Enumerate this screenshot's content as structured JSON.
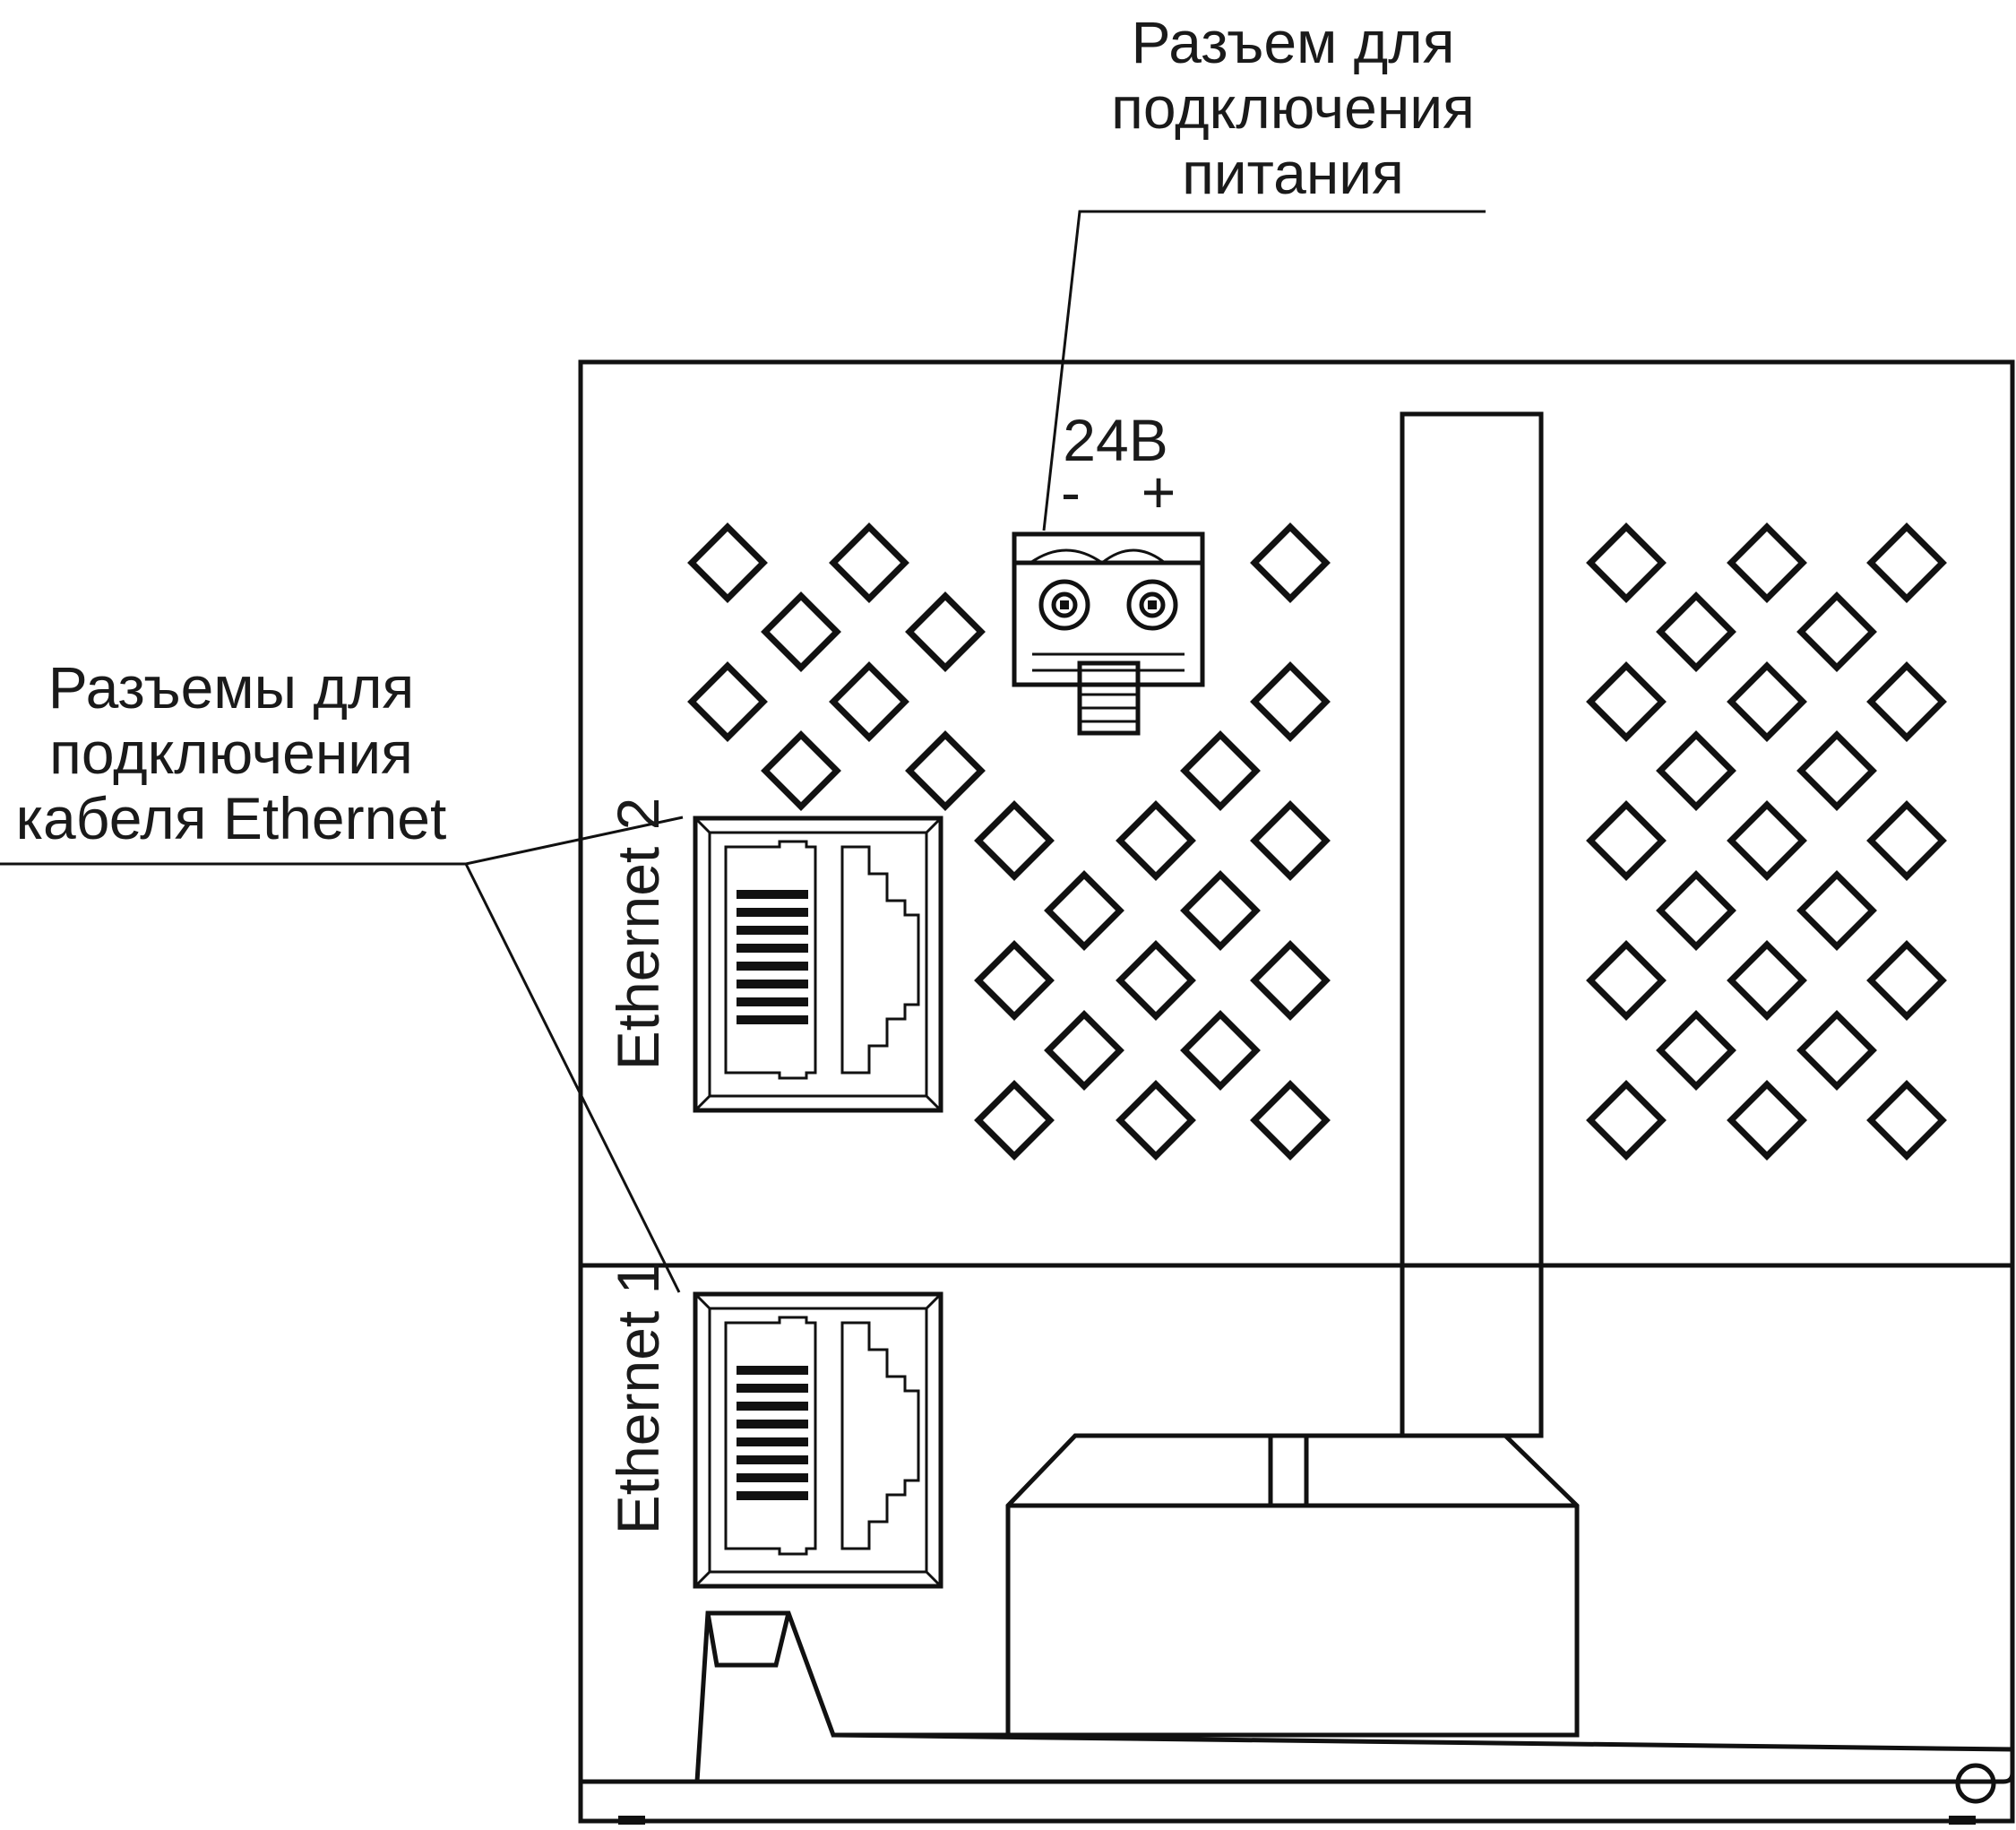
{
  "callouts": {
    "power": [
      "Разъем для",
      "подключения",
      "питания"
    ],
    "ethernet": [
      "Разъемы для",
      "подключения",
      "кабеля Ethernet"
    ]
  },
  "power_connector": {
    "voltage": "24В",
    "minus": "-",
    "plus": "+"
  },
  "ports": {
    "ethernet1": "Ethernet 1",
    "ethernet2": "Ethernet 2"
  },
  "colors": {
    "line": "#111111",
    "text": "#1a1a1a",
    "background": "#ffffff"
  }
}
